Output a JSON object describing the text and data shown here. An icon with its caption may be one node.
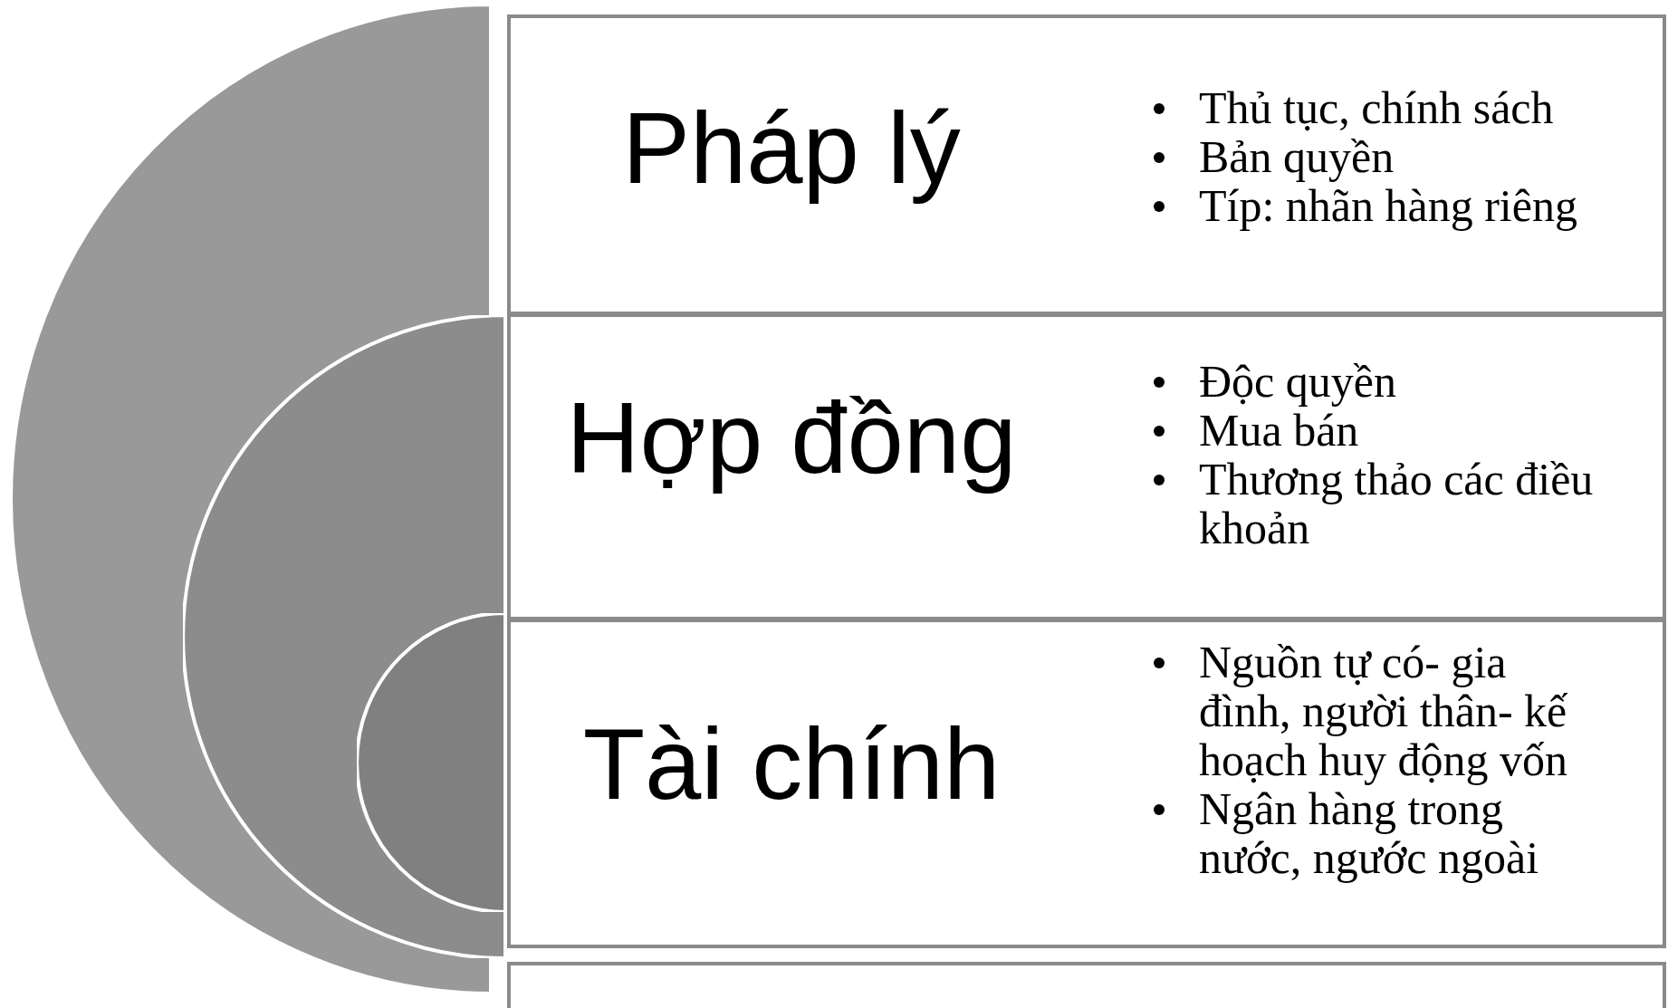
{
  "diagram": {
    "nodes": [
      {
        "text": [],
        "shape": "circle"
      },
      {
        "text": [],
        "shape": "circle",
        "in": 0
      },
      {
        "text": [],
        "shape": "circle",
        "in": 1
      },
      {
        "text": [
          "Pháp lý",
          "Thủ tục, chính sách",
          "Bản quyền",
          "Típ: nhãn hàng riêng"
        ]
      },
      {
        "text": [
          "Hợp đồng",
          "Độc quyền",
          "Mua bán",
          "Thương thảo các điều khoản"
        ]
      },
      {
        "text": [
          "Tài chính",
          "Nguồn tự có- gia đình, người thân- kế hoạch huy động vốn",
          "Ngân hàng trong nước, ngước ngoài"
        ]
      },
      {
        "text": [],
        "shape": "box"
      }
    ]
  }
}
